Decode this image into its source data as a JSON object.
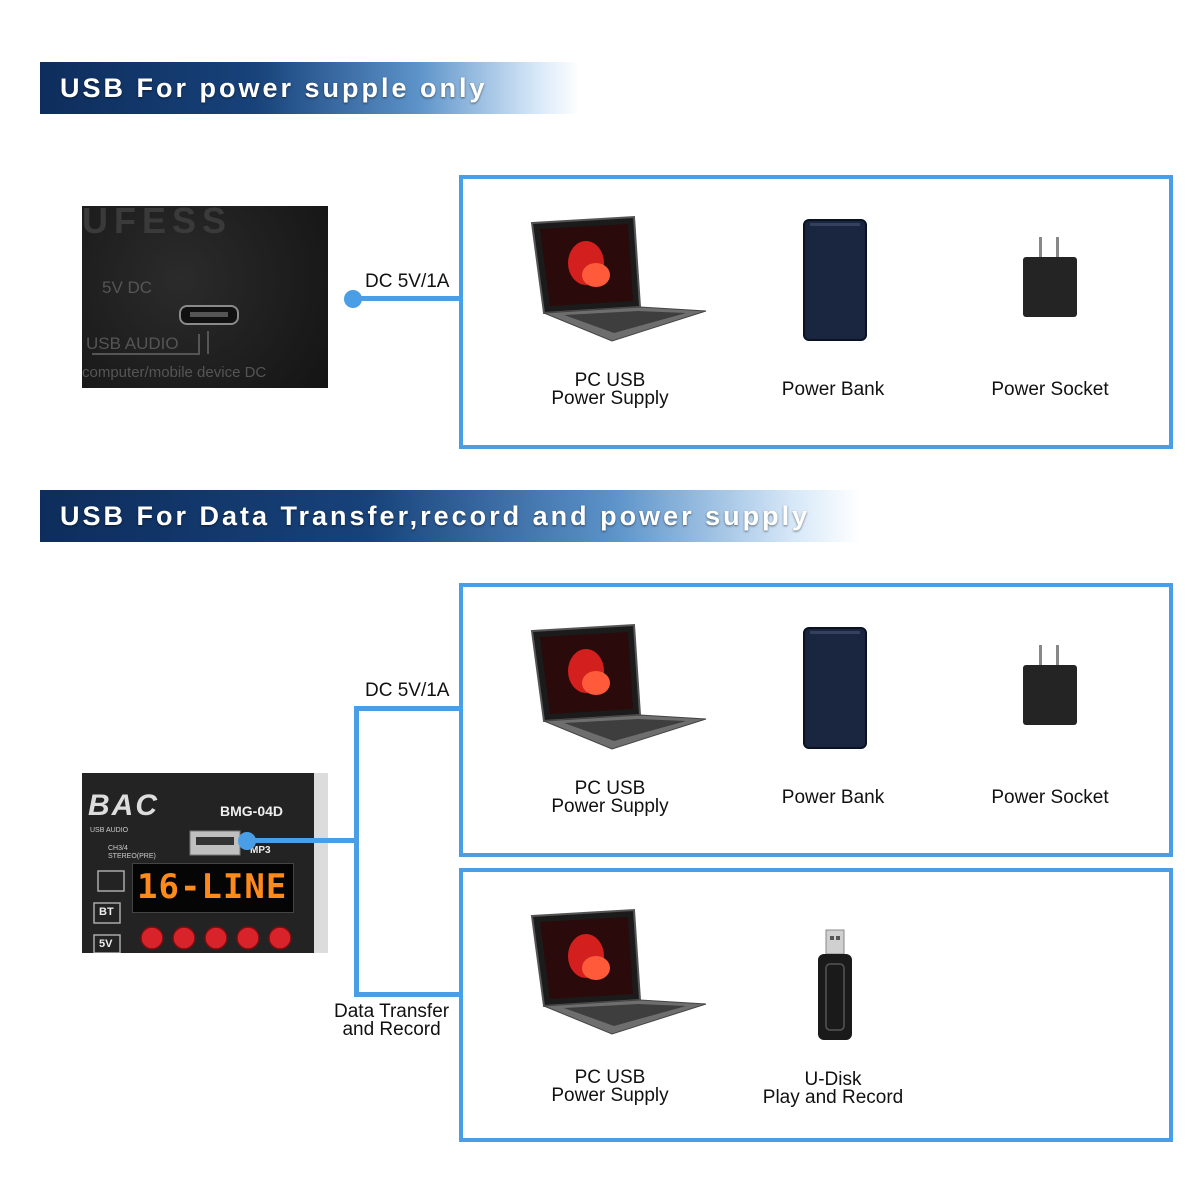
{
  "banner_top": "USB For power supple only",
  "banner_bottom": "USB For Data Transfer,record and power supply",
  "connector_top_label": "DC 5V/1A",
  "connector_mid_label": "DC 5V/1A",
  "connector_bottom_label": [
    "Data Transfer",
    "and Record"
  ],
  "panel_top": {
    "etched_lines": [
      "5V DC",
      "USB AUDIO",
      "computer/mobile device DC"
    ]
  },
  "panel_bottom": {
    "brand": "BAC",
    "model": "BMG-04D",
    "usb_audio": "USB AUDIO",
    "ch_label": "CH3/4",
    "stereo_label": "STEREO(PRE)",
    "mp3_label": "MP3",
    "bt_label": "BT",
    "fivev_label": "5V",
    "display": "16-LINE"
  },
  "box1_items": [
    {
      "icon": "laptop-icon",
      "line1": "PC USB",
      "line2": "Power Supply"
    },
    {
      "icon": "power-bank-icon",
      "line1": "Power Bank",
      "line2": ""
    },
    {
      "icon": "power-socket-icon",
      "line1": "Power Socket",
      "line2": ""
    }
  ],
  "box2_items": [
    {
      "icon": "laptop-icon",
      "line1": "PC USB",
      "line2": "Power Supply"
    },
    {
      "icon": "power-bank-icon",
      "line1": "Power Bank",
      "line2": ""
    },
    {
      "icon": "power-socket-icon",
      "line1": "Power Socket",
      "line2": ""
    }
  ],
  "box3_items": [
    {
      "icon": "laptop-icon",
      "line1": "PC USB",
      "line2": "Power Supply"
    },
    {
      "icon": "usb-disk-icon",
      "line1": "U-Disk",
      "line2": "Play and Record"
    }
  ],
  "colors": {
    "accent": "#4a9ee5",
    "banner_dark": "#0e2d5c",
    "display_orange": "#ff8a1c",
    "knob_red": "#d8232a"
  }
}
